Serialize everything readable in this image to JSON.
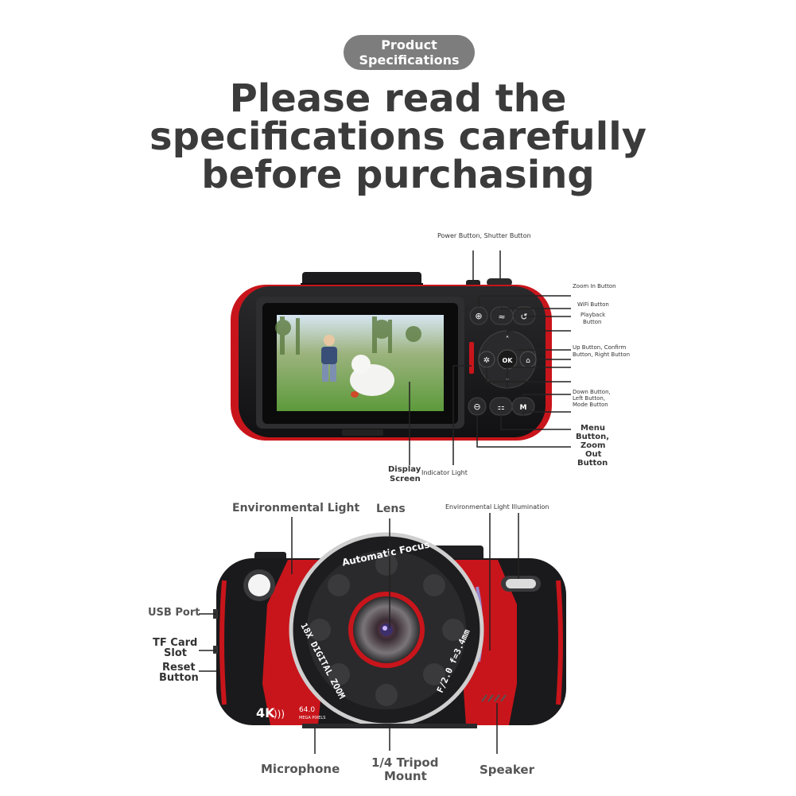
{
  "badge": {
    "line1": "Product",
    "line2": "Specifications"
  },
  "headline": {
    "line1": "Please read the",
    "line2": "specifications carefully",
    "line3": "before purchasing"
  },
  "back_view": {
    "labels": {
      "power_shutter": "Power Button, Shutter Button",
      "zoom_in": "Zoom In Button",
      "wifi": "WiFi Button",
      "playback_1": "Playback",
      "playback_2": "Button",
      "up_confirm_1": "Up Button, Confirm",
      "up_confirm_2": "Button, Right Button",
      "down_left_1": "Down Button,",
      "down_left_2": "Left Button,",
      "down_left_3": "Mode Button",
      "menu_1": "Menu",
      "menu_2": "Button,",
      "menu_3": "Zoom",
      "menu_4": "Out",
      "menu_5": "Button",
      "display_1": "Display",
      "display_2": "Screen",
      "indicator": "Indicator Light"
    },
    "buttons": {
      "ok": "OK",
      "mode": "M"
    }
  },
  "front_view": {
    "labels": {
      "env_light": "Environmental Light",
      "lens": "Lens",
      "env_illum": "Environmental Light Illumination",
      "usb": "USB Port",
      "tf_1": "TF Card",
      "tf_2": "Slot",
      "reset_1": "Reset",
      "reset_2": "Button",
      "microphone": "Microphone",
      "tripod_1": "1/4 Tripod",
      "tripod_2": "Mount",
      "speaker": "Speaker"
    },
    "ring_top": "Automatic Focus",
    "ring_left": "18X DIGITAL ZOOM",
    "ring_right": "F/2.0 f=3.4mm",
    "badge_4k": "4K",
    "mp_value": "64.0",
    "mp_text": "MEGA PIXELS"
  },
  "colors": {
    "accent_red": "#c8151b",
    "body_dark": "#1c1c1e",
    "pill_gray": "#7d7d7d"
  }
}
